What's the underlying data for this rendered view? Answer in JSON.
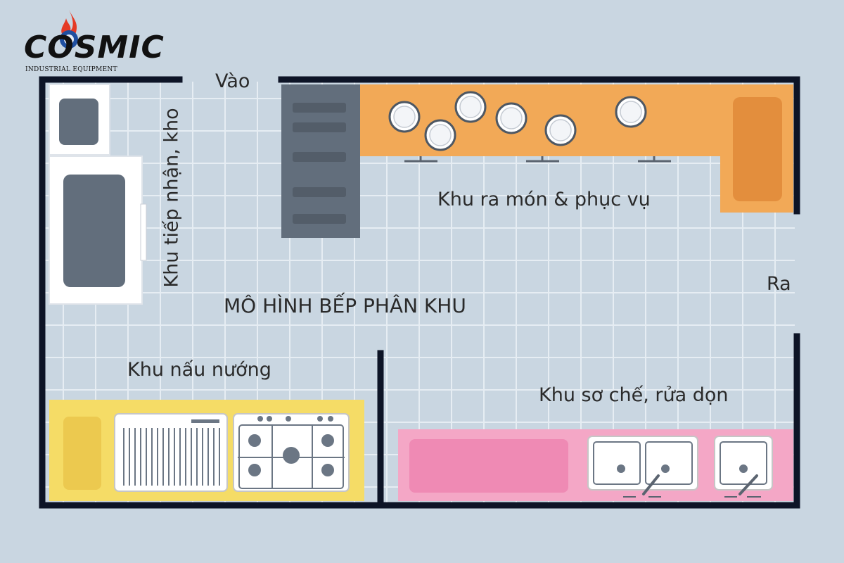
{
  "logo": {
    "name": "COSMIC",
    "tagline": "INDUSTRIAL EQUIPMENT"
  },
  "labels": {
    "entrance": "Vào",
    "exit": "Ra",
    "storage_zone": "Khu tiếp nhận, kho",
    "serving_zone": "Khu ra món & phục vụ",
    "title": "MÔ HÌNH BẾP PHÂN KHU",
    "cooking_zone": "Khu nấu nướng",
    "prep_wash_zone": "Khu sơ chế, rửa dọn"
  },
  "colors": {
    "background": "#c9d6e1",
    "grid_line": "#e6edf3",
    "wall": "#0d1426",
    "serving_counter": "#f2a957",
    "serving_counter_dark": "#e38e3d",
    "cooking_counter": "#f5dc66",
    "prep_counter": "#f4a7c6",
    "prep_counter_dark": "#ef8ab4",
    "steel": "#626e7c",
    "white_unit": "#ffffff"
  }
}
